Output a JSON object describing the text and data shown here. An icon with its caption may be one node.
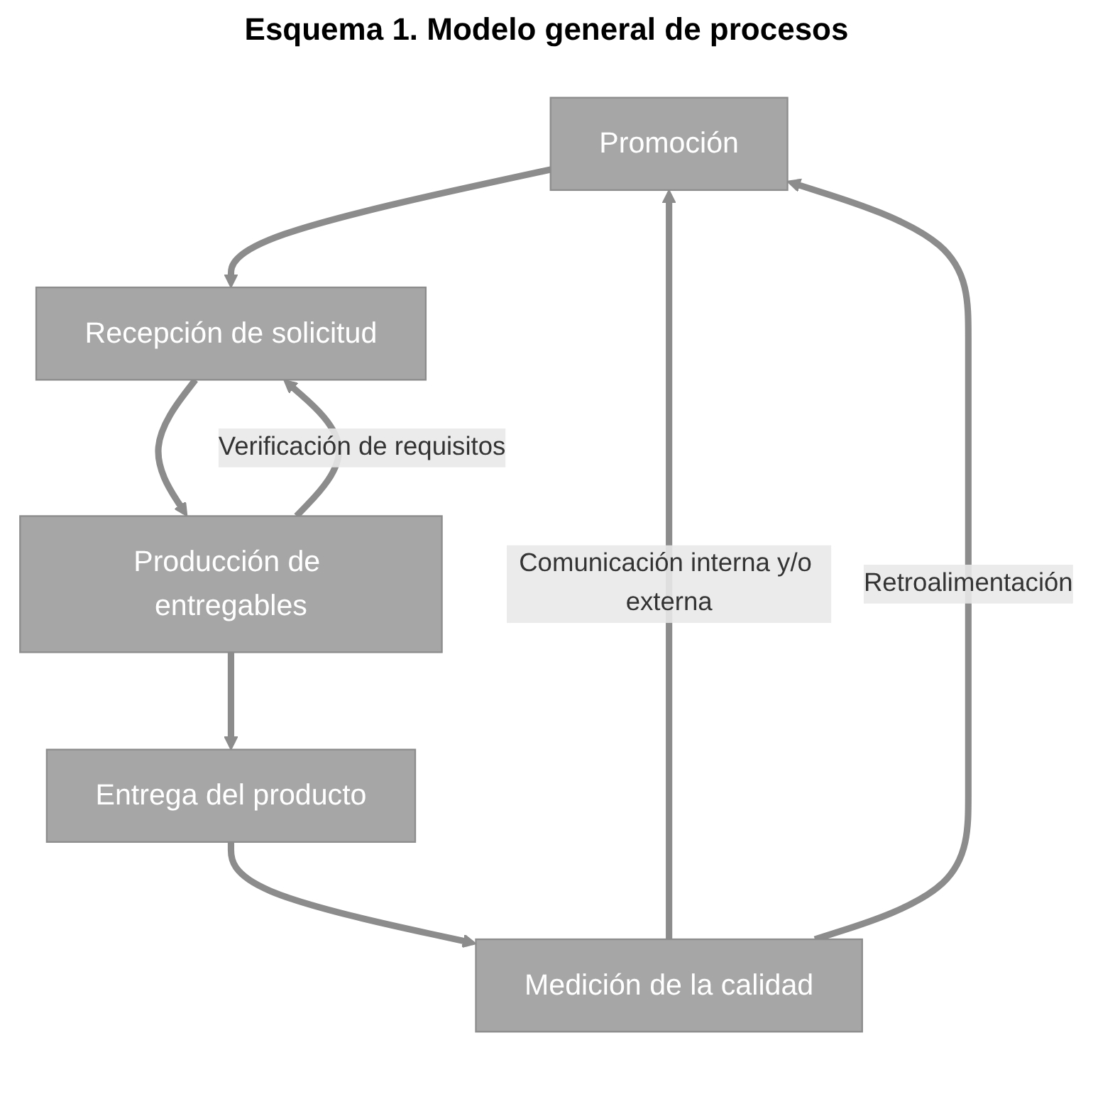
{
  "diagram": {
    "title": "Esquema 1. Modelo general de procesos",
    "nodes": [
      {
        "text": [
          "Promoción"
        ]
      },
      {
        "text": [
          "Recepción de solicitud"
        ]
      },
      {
        "text": [
          "Producción de entregables"
        ]
      },
      {
        "text": [
          "Entrega del producto"
        ]
      },
      {
        "text": [
          "Medición de la calidad"
        ]
      }
    ],
    "edges": [
      {
        "from": 0,
        "to": 1,
        "arrow": "to"
      },
      {
        "from": 1,
        "to": 2,
        "arrow": "to"
      },
      {
        "from": 2,
        "to": 3,
        "arrow": "to"
      },
      {
        "from": 3,
        "to": 4,
        "arrow": "to"
      },
      {
        "from": 2,
        "to": 1,
        "arrow": "to",
        "label": "Verificación de requisitos"
      },
      {
        "from": 4,
        "to": 0,
        "arrow": "to",
        "label": "Comunicación interna y/o externa"
      },
      {
        "from": 4,
        "to": 0,
        "arrow": "to",
        "label": "Retroalimentación"
      }
    ]
  }
}
